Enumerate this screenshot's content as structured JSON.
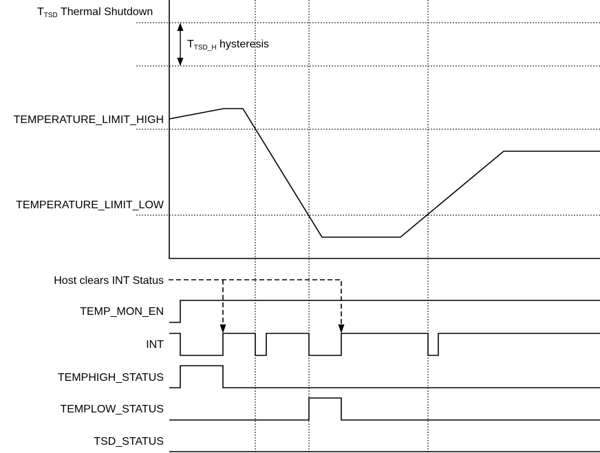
{
  "levels": {
    "tsd": {
      "prefix": "T",
      "subscript": "TSD",
      "text": " Thermal Shutdown"
    },
    "hysteresis": {
      "prefix": "T",
      "subscript": "TSD_H",
      "text": " hysteresis"
    },
    "limit_high": "TEMPERATURE_LIMIT_HIGH",
    "limit_low": "TEMPERATURE_LIMIT_LOW"
  },
  "host_clears": "Host clears INT Status",
  "signals": [
    {
      "id": "temp_mon_en",
      "label": "TEMP_MON_EN"
    },
    {
      "id": "int",
      "label": "INT"
    },
    {
      "id": "temphigh_status",
      "label": "TEMPHIGH_STATUS"
    },
    {
      "id": "templow_status",
      "label": "TEMPLOW_STATUS"
    },
    {
      "id": "tsd_status",
      "label": "TSD_STATUS"
    }
  ]
}
